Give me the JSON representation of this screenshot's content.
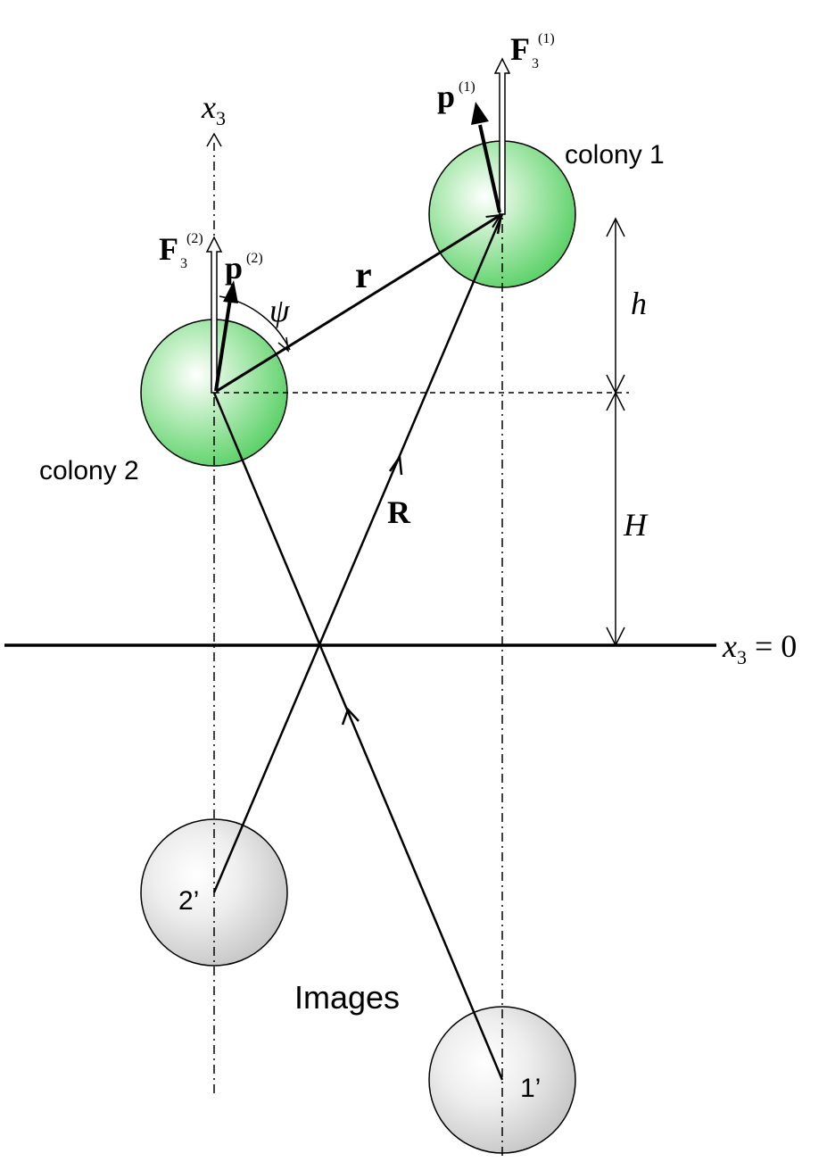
{
  "labels": {
    "axis_var": "x",
    "axis_sub": "3",
    "plane_var": "x",
    "plane_sub": "3",
    "plane_eq": " = 0",
    "colony1": "colony 1",
    "colony2": "colony 2",
    "image1": "1’",
    "image2": "2’",
    "images": "Images",
    "vec_r": "r",
    "vec_R": "R",
    "angle_psi": "ψ",
    "dim_h": "h",
    "dim_H": "H",
    "p1_base": "p",
    "p1_sup": "(1)",
    "p2_base": "p",
    "p2_sup": "(2)",
    "F1_base": "F",
    "F1_sub": "3",
    "F1_sup": "(1)",
    "F2_base": "F",
    "F2_sub": "3",
    "F2_sup": "(2)"
  },
  "colors": {
    "colony_fill": "#5ed26a",
    "image_fill": "#c8c8c8",
    "line": "#000000",
    "force_arrow_fill": "#ffffff"
  }
}
